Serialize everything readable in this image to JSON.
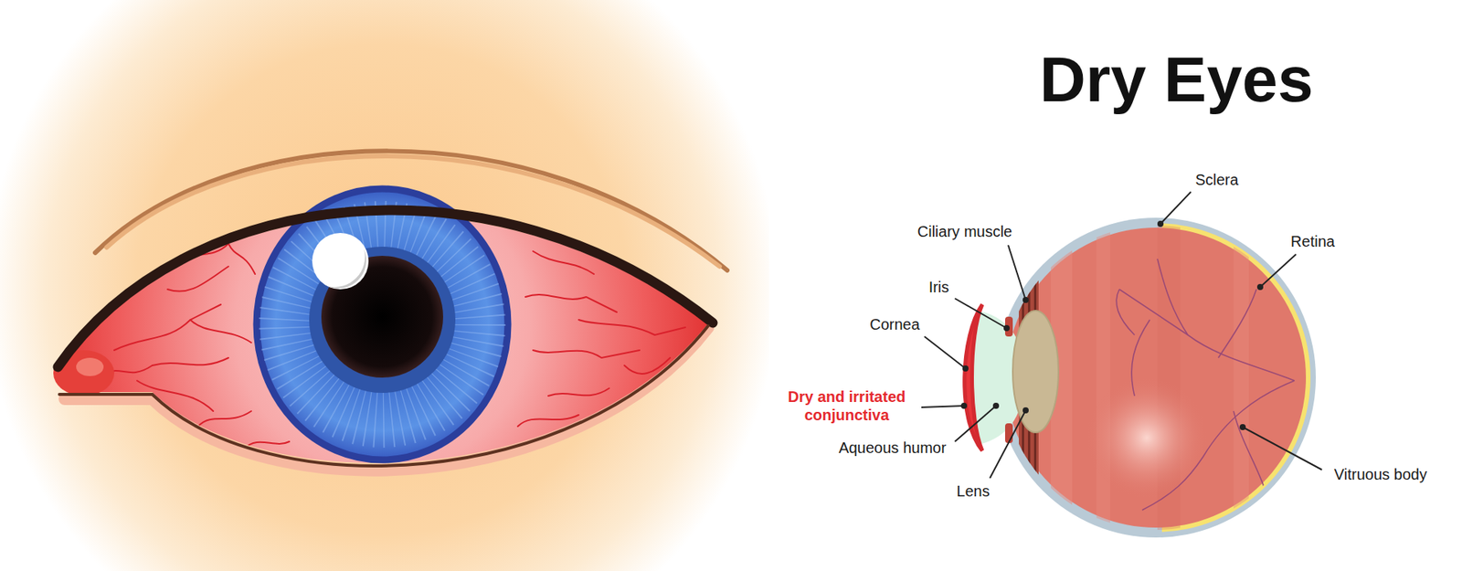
{
  "diagram": {
    "title": "Dry Eyes",
    "labels": [
      "Sclera",
      "Ciliary muscle",
      "Retina",
      "Iris",
      "Cornea",
      "Dry and irritated conjunctiva",
      "Aqueous humor",
      "Lens",
      "Vitruous body"
    ]
  }
}
